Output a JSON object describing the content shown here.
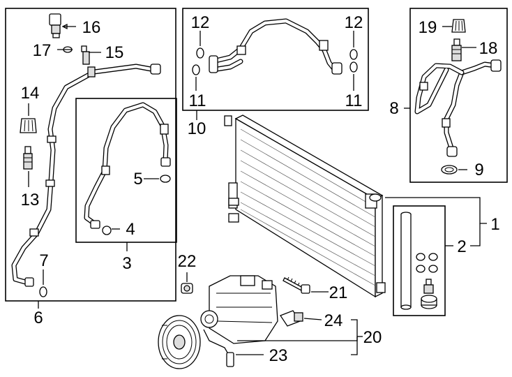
{
  "callouts": {
    "c1": "1",
    "c2": "2",
    "c3": "3",
    "c4": "4",
    "c5": "5",
    "c6": "6",
    "c7": "7",
    "c8": "8",
    "c9": "9",
    "c10": "10",
    "c11a": "11",
    "c11b": "11",
    "c12a": "12",
    "c12b": "12",
    "c13": "13",
    "c14": "14",
    "c15": "15",
    "c16": "16",
    "c17": "17",
    "c18": "18",
    "c19": "19",
    "c20": "20",
    "c21": "21",
    "c22": "22",
    "c23": "23",
    "c24": "24"
  }
}
